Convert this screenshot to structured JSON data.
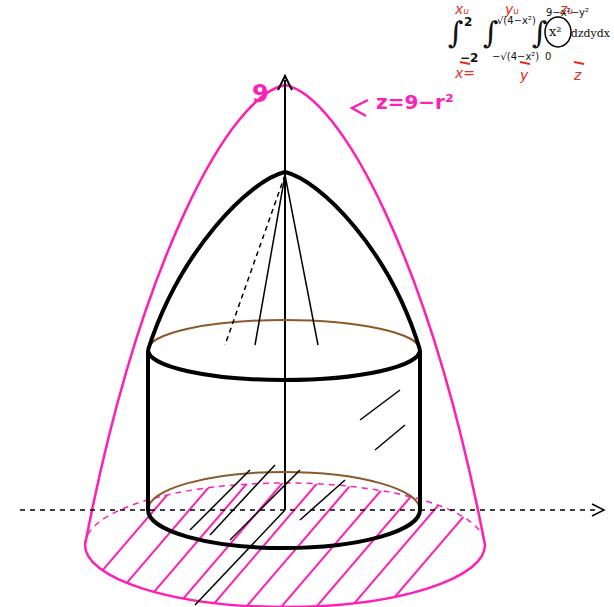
{
  "diagram": {
    "labels": [
      "xᵤ",
      "yᵤ",
      "zᵤ",
      "∫",
      "2",
      "−2",
      "∫",
      "√(4−x²)",
      "−√(4−x²)",
      "∫",
      "9−x²−y²",
      "0",
      "x²",
      "dzdydx",
      "x=",
      "y",
      "z",
      "9",
      "z=9−r²"
    ]
  }
}
